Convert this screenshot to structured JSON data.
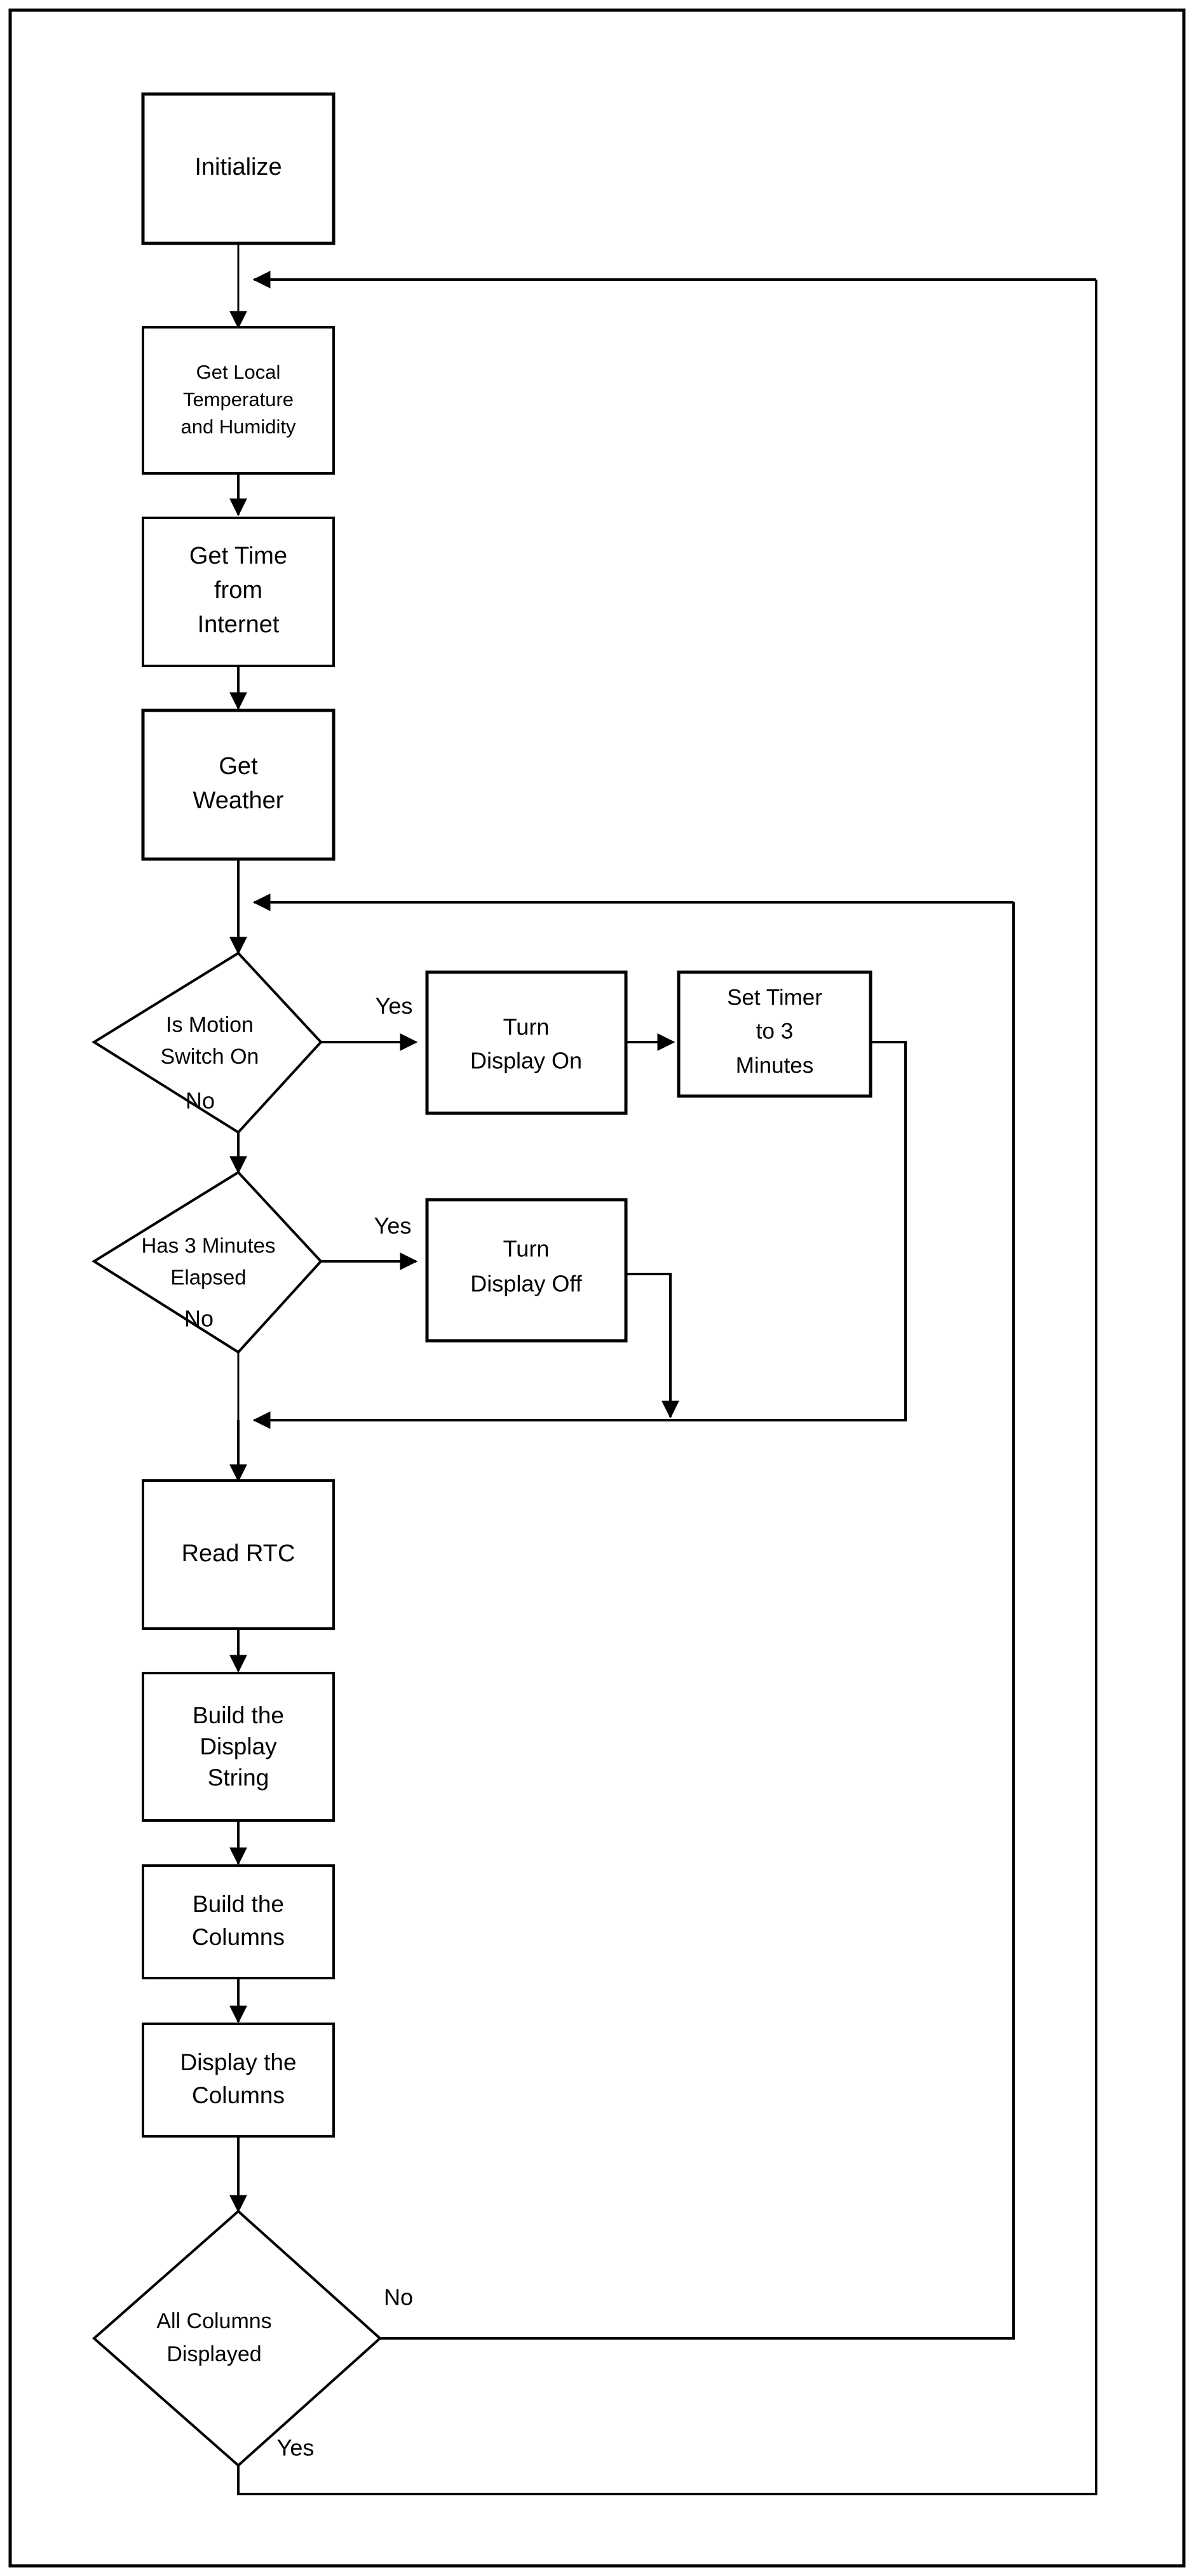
{
  "diagram": {
    "title": "Weather Display Firmware Main Loop Flowchart",
    "colors": {
      "background": "#ffffff",
      "stroke": "#000000",
      "fill": "#ffffff",
      "text": "#000000"
    },
    "nodes": [
      {
        "id": "initialize",
        "type": "process",
        "lines": [
          "Initialize"
        ]
      },
      {
        "id": "get-local-temp",
        "type": "process",
        "lines": [
          "Get Local",
          "Temperature",
          "and Humidity"
        ]
      },
      {
        "id": "get-time",
        "type": "process",
        "lines": [
          "Get Time",
          "from",
          "Internet"
        ]
      },
      {
        "id": "get-weather",
        "type": "process",
        "lines": [
          "Get",
          "Weather"
        ]
      },
      {
        "id": "is-motion-switch",
        "type": "decision",
        "lines": [
          "Is Motion",
          "Switch On"
        ]
      },
      {
        "id": "turn-display-on",
        "type": "process",
        "lines": [
          "Turn",
          "Display On"
        ]
      },
      {
        "id": "set-timer",
        "type": "process",
        "lines": [
          "Set Timer",
          "to 3",
          "Minutes"
        ]
      },
      {
        "id": "has-3-min",
        "type": "decision",
        "lines": [
          "Has 3 Minutes",
          "Elapsed"
        ]
      },
      {
        "id": "turn-display-off",
        "type": "process",
        "lines": [
          "Turn",
          "Display Off"
        ]
      },
      {
        "id": "read-rtc",
        "type": "process",
        "lines": [
          "Read RTC"
        ]
      },
      {
        "id": "build-string",
        "type": "process",
        "lines": [
          "Build the",
          "Display",
          "String"
        ]
      },
      {
        "id": "build-columns",
        "type": "process",
        "lines": [
          "Build the",
          "Columns"
        ]
      },
      {
        "id": "display-columns",
        "type": "process",
        "lines": [
          "Display the",
          "Columns"
        ]
      },
      {
        "id": "all-columns",
        "type": "decision",
        "lines": [
          "All Columns",
          "Displayed"
        ]
      }
    ],
    "edge_labels": [
      {
        "id": "motion-yes",
        "text": "Yes"
      },
      {
        "id": "motion-no",
        "text": "No"
      },
      {
        "id": "elapsed-yes",
        "text": "Yes"
      },
      {
        "id": "elapsed-no",
        "text": "No"
      },
      {
        "id": "columns-no",
        "text": "No"
      },
      {
        "id": "columns-yes",
        "text": "Yes"
      }
    ]
  }
}
